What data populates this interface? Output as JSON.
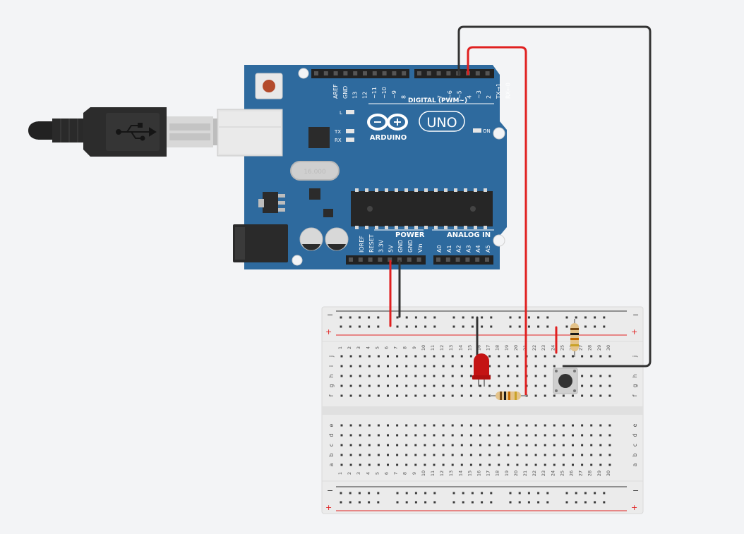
{
  "workspace": {
    "background": "#f3f4f6",
    "wire_colors": {
      "red": "#e02020",
      "black": "#333333"
    }
  },
  "usb_cable": {
    "icon": "usb-icon"
  },
  "arduino": {
    "brand": "ARDUINO",
    "model": "UNO",
    "board_color": "#2e6a9e",
    "crystal_label": "16.000",
    "digital_header": {
      "title": "DIGITAL (PWM~)",
      "left_pins": [
        "AREF",
        "GND",
        "13",
        "12",
        "~11",
        "~10",
        "~9",
        "8"
      ],
      "right_pins": [
        "7",
        "~6",
        "~5",
        "4",
        "~3",
        "2",
        "TX→1",
        "RX←0"
      ]
    },
    "leds": {
      "l": "L",
      "tx": "TX",
      "rx": "RX",
      "on": "ON"
    },
    "power_header": {
      "title": "POWER",
      "pins": [
        "IOREF",
        "RESET",
        "3.3V",
        "5V",
        "GND",
        "GND",
        "Vin"
      ]
    },
    "analog_header": {
      "title": "ANALOG IN",
      "pins": [
        "A0",
        "A1",
        "A2",
        "A3",
        "A4",
        "A5"
      ]
    }
  },
  "breadboard": {
    "rail_minus": "−",
    "rail_plus": "+",
    "top_rows": [
      "j",
      "i",
      "h",
      "g",
      "f"
    ],
    "bottom_rows": [
      "e",
      "d",
      "c",
      "b",
      "a"
    ],
    "columns": [
      "1",
      "2",
      "3",
      "4",
      "5",
      "6",
      "7",
      "8",
      "9",
      "10",
      "11",
      "12",
      "13",
      "14",
      "15",
      "16",
      "17",
      "18",
      "19",
      "20",
      "21",
      "22",
      "23",
      "24",
      "25",
      "26",
      "27",
      "28",
      "29",
      "30"
    ]
  },
  "components": {
    "led": {
      "color": "#c41414"
    },
    "resistor_led": {
      "bands": [
        "#7a4a12",
        "#1a1a1a",
        "#c46a00",
        "#c9a227"
      ]
    },
    "resistor_button": {
      "bands": [
        "#7a4a12",
        "#1a1a1a",
        "#c46a00",
        "#c9a227"
      ]
    },
    "pushbutton": {
      "cap_color": "#333333"
    }
  }
}
